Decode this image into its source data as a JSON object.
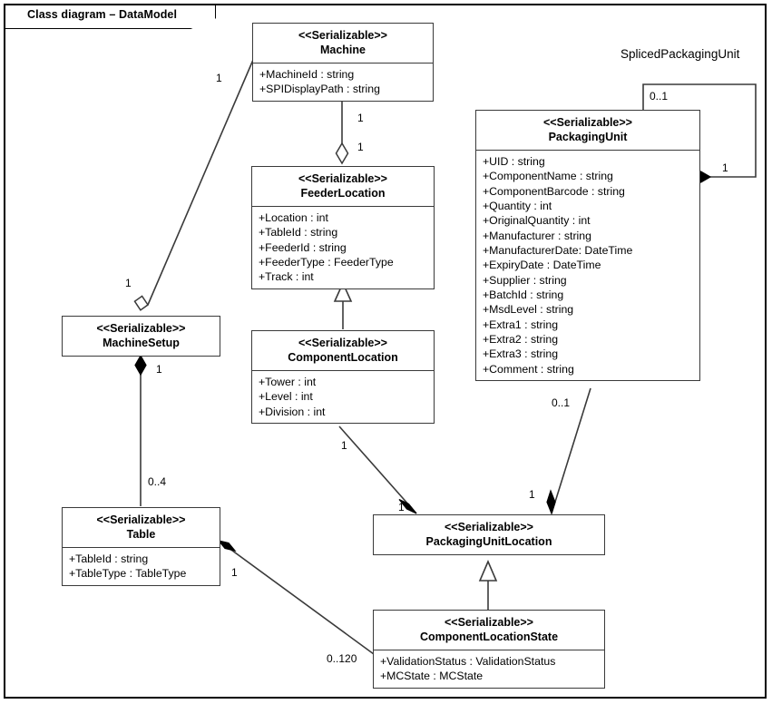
{
  "frame": {
    "title": "Class diagram – DataModel"
  },
  "classes": [
    {
      "id": "machine",
      "stereotype": "<<Serializable>>",
      "name": "Machine",
      "attributes": [
        "+MachineId : string",
        "+SPIDisplayPath : string"
      ]
    },
    {
      "id": "feederlocation",
      "stereotype": "<<Serializable>>",
      "name": "FeederLocation",
      "attributes": [
        "+Location : int",
        "+TableId : string",
        "+FeederId : string",
        "+FeederType : FeederType",
        "+Track : int"
      ]
    },
    {
      "id": "packagingunit",
      "stereotype": "<<Serializable>>",
      "name": "PackagingUnit",
      "attributes": [
        "+UID : string",
        "+ComponentName : string",
        "+ComponentBarcode : string",
        "+Quantity : int",
        "+OriginalQuantity : int",
        "+Manufacturer : string",
        "+ManufacturerDate: DateTime",
        "+ExpiryDate : DateTime",
        "+Supplier : string",
        "+BatchId : string",
        "+MsdLevel : string",
        "+Extra1 : string",
        "+Extra2 : string",
        "+Extra3 : string",
        "+Comment : string"
      ]
    },
    {
      "id": "machinesetup",
      "stereotype": "<<Serializable>>",
      "name": "MachineSetup",
      "attributes": []
    },
    {
      "id": "componentlocation",
      "stereotype": "<<Serializable>>",
      "name": "ComponentLocation",
      "attributes": [
        "+Tower : int",
        "+Level : int",
        "+Division : int"
      ]
    },
    {
      "id": "table",
      "stereotype": "<<Serializable>>",
      "name": "Table",
      "attributes": [
        "+TableId : string",
        "+TableType : TableType"
      ]
    },
    {
      "id": "packagingunitlocation",
      "stereotype": "<<Serializable>>",
      "name": "PackagingUnitLocation",
      "attributes": []
    },
    {
      "id": "componentlocationstate",
      "stereotype": "<<Serializable>>",
      "name": "ComponentLocationState",
      "attributes": [
        "+ValidationStatus : ValidationStatus",
        "+MCState : MCState"
      ]
    }
  ],
  "association_labels": [
    {
      "id": "spliced",
      "text": "SplicedPackagingUnit"
    }
  ],
  "multiplicities": [
    {
      "id": "machine-setup-source",
      "text": "1"
    },
    {
      "id": "machine-setup-target",
      "text": "1"
    },
    {
      "id": "machine-feeder-source",
      "text": "1"
    },
    {
      "id": "machine-feeder-target",
      "text": "1"
    },
    {
      "id": "spliced-source",
      "text": "0..1"
    },
    {
      "id": "spliced-target",
      "text": "1"
    },
    {
      "id": "setup-table-source",
      "text": "1"
    },
    {
      "id": "setup-table-target",
      "text": "0..4"
    },
    {
      "id": "complocation-pul-source",
      "text": "1"
    },
    {
      "id": "complocation-pul-target",
      "text": "1"
    },
    {
      "id": "packagingunit-pul-source",
      "text": "0..1"
    },
    {
      "id": "packagingunit-pul-target",
      "text": "1"
    },
    {
      "id": "table-cls-source",
      "text": "1"
    },
    {
      "id": "table-cls-target",
      "text": "0..120"
    }
  ],
  "colors": {
    "line": "#3a3a3a",
    "fill": "#ffffff",
    "text": "#000000"
  }
}
